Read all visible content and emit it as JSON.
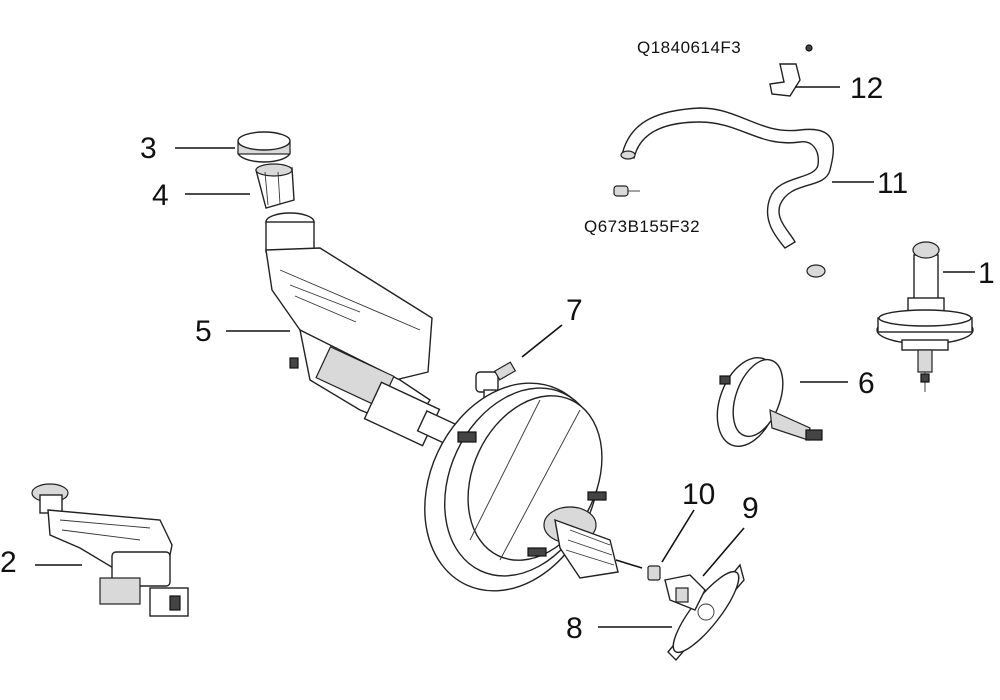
{
  "callouts": {
    "c1": "1",
    "c2": "2",
    "c3": "3",
    "c4": "4",
    "c5": "5",
    "c6": "6",
    "c7": "7",
    "c8": "8",
    "c9": "9",
    "c10": "10",
    "c11": "11",
    "c12": "12"
  },
  "part_codes": {
    "top": "Q1840614F3",
    "mid": "Q673B155F32"
  }
}
